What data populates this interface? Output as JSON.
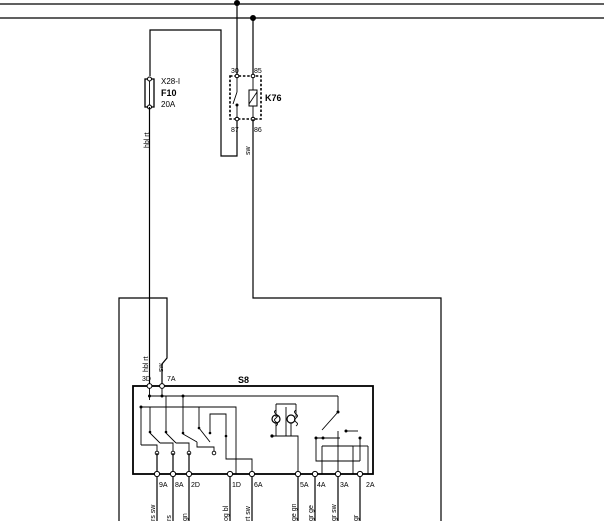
{
  "fuse": {
    "connector": "X28-I",
    "name": "F10",
    "rating": "20A",
    "wire_color": "hbl rt"
  },
  "relay": {
    "name": "K76",
    "pins": {
      "p30": "30",
      "p85": "85",
      "p87": "87",
      "p86": "86"
    },
    "wire_color": "sw"
  },
  "switch": {
    "name": "S8",
    "top_pins": [
      "3D",
      "7A"
    ],
    "top_wires": [
      "hbl rt",
      "sw"
    ],
    "bottom_pins": [
      "9A",
      "8A",
      "2D",
      "1D",
      "6A",
      "5A",
      "4A",
      "3A",
      "2A"
    ],
    "bottom_wires": [
      "rs sw",
      "rs",
      "gn",
      "og bl",
      "rt sw",
      "ge gn",
      "gr ge",
      "gr sw",
      "gr"
    ]
  }
}
